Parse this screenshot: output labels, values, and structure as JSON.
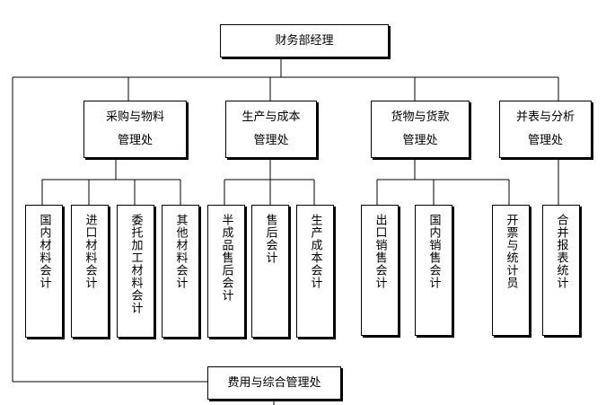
{
  "root": "财务部经理",
  "bottom": "费用与综合管理处",
  "departments": [
    {
      "line1": "采购与物料",
      "line2": "管理处",
      "children": [
        "国内材料会计",
        "进口材料会计",
        "委托加工材料会计",
        "其他材料会计"
      ]
    },
    {
      "line1": "生产与成本",
      "line2": "管理处",
      "children": [
        "半成品售后会计",
        "售后会计",
        "生产成本会计"
      ]
    },
    {
      "line1": "货物与货款",
      "line2": "管理处",
      "children": [
        "出口销售会计",
        "国内销售会计"
      ]
    },
    {
      "line1": "开票与统计员",
      "line2": "",
      "children": []
    },
    {
      "line1": "并表与分析",
      "line2": "管理处",
      "children": [
        "合并报表统计"
      ]
    }
  ],
  "line_color": "#000000"
}
